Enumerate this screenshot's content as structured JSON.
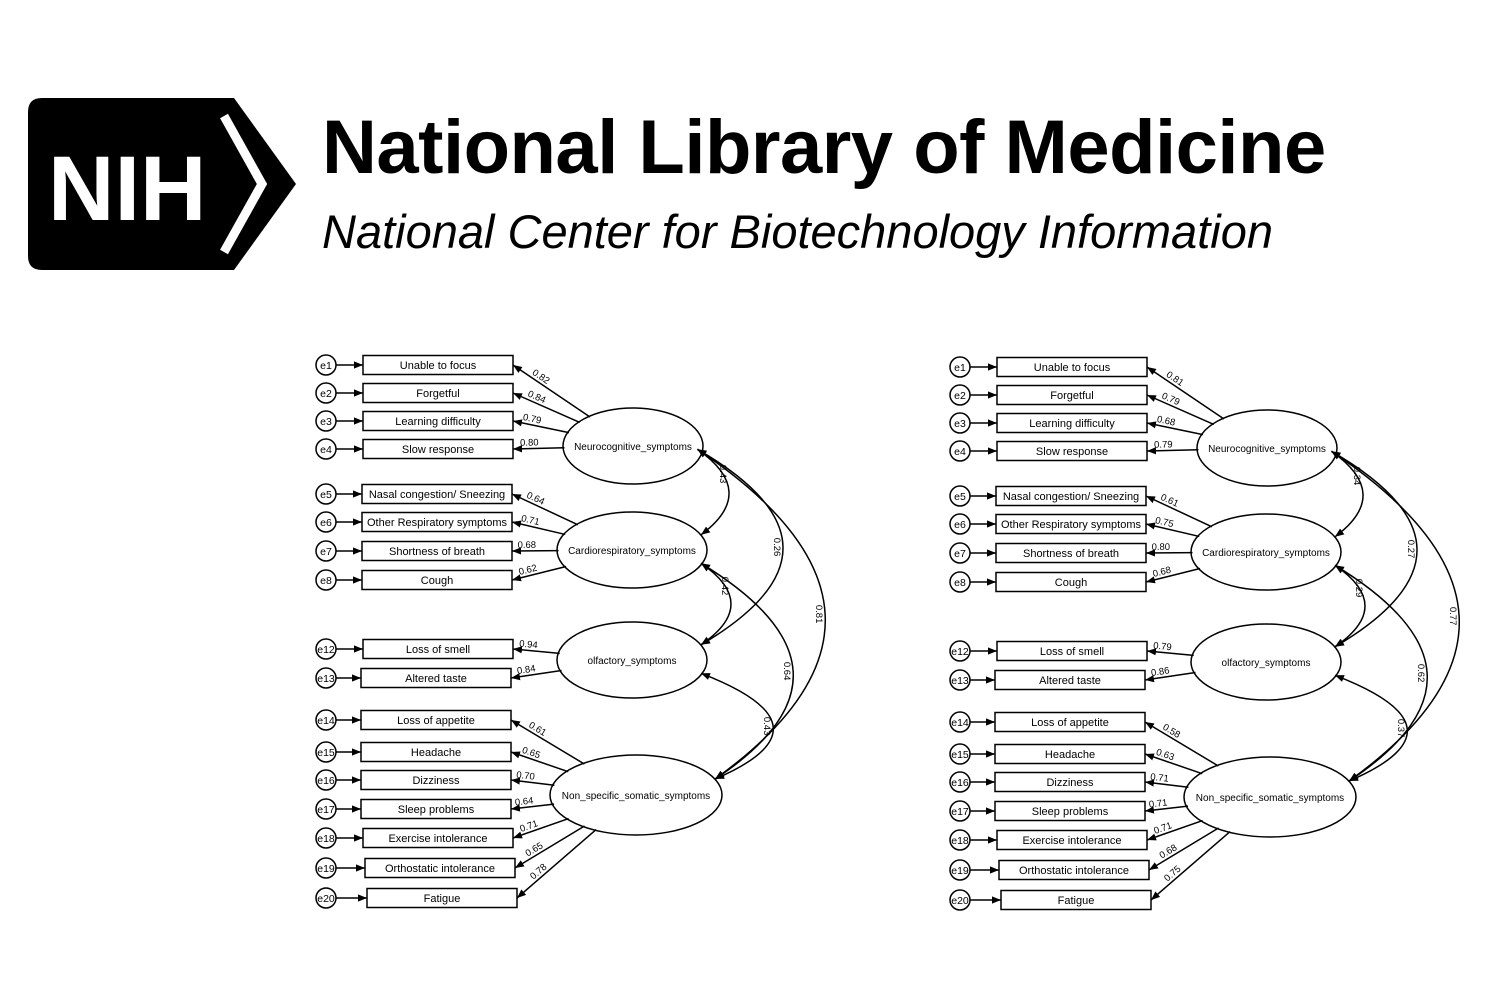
{
  "header": {
    "logo_text": "NIH",
    "title": "National Library of Medicine",
    "subtitle": "National Center for Biotechnology Information"
  },
  "latents": [
    "Neurocognitive_symptoms",
    "Cardiorespiratory_symptoms",
    "olfactory_symptoms",
    "Non_specific_somatic_symptoms"
  ],
  "indicators": [
    {
      "error": "e1",
      "name": "Unable to focus",
      "factor": 0
    },
    {
      "error": "e2",
      "name": "Forgetful",
      "factor": 0
    },
    {
      "error": "e3",
      "name": "Learning difficulty",
      "factor": 0
    },
    {
      "error": "e4",
      "name": "Slow response",
      "factor": 0
    },
    {
      "error": "e5",
      "name": "Nasal congestion/ Sneezing",
      "factor": 1
    },
    {
      "error": "e6",
      "name": "Other Respiratory symptoms",
      "factor": 1
    },
    {
      "error": "e7",
      "name": "Shortness of breath",
      "factor": 1
    },
    {
      "error": "e8",
      "name": "Cough",
      "factor": 1
    },
    {
      "error": "e12",
      "name": "Loss of smell",
      "factor": 2
    },
    {
      "error": "e13",
      "name": "Altered taste",
      "factor": 2
    },
    {
      "error": "e14",
      "name": "Loss of appetite",
      "factor": 3
    },
    {
      "error": "e15",
      "name": "Headache",
      "factor": 3
    },
    {
      "error": "e16",
      "name": "Dizziness",
      "factor": 3
    },
    {
      "error": "e17",
      "name": "Sleep problems",
      "factor": 3
    },
    {
      "error": "e18",
      "name": "Exercise intolerance",
      "factor": 3
    },
    {
      "error": "e19",
      "name": "Orthostatic intolerance",
      "factor": 3
    },
    {
      "error": "e20",
      "name": "Fatigue",
      "factor": 3
    }
  ],
  "covariance_pairs": [
    [
      0,
      1
    ],
    [
      0,
      2
    ],
    [
      0,
      3
    ],
    [
      1,
      2
    ],
    [
      1,
      3
    ],
    [
      2,
      3
    ]
  ],
  "diagrams": [
    {
      "loadings": [
        "0.82",
        "0.84",
        "0.79",
        "0.80",
        "0.64",
        "0.71",
        "0.68",
        "0.62",
        "0.94",
        "0.84",
        "0.61",
        "0.65",
        "0.70",
        "0.64",
        "0.71",
        "0.65",
        "0.78"
      ],
      "covariances": [
        "0.43",
        "0.26",
        "0.81",
        "0.42",
        "0.64",
        "0.43"
      ]
    },
    {
      "loadings": [
        "0.81",
        "0.79",
        "0.68",
        "0.79",
        "0.61",
        "0.75",
        "0.80",
        "0.68",
        "0.79",
        "0.86",
        "0.58",
        "0.63",
        "0.71",
        "0.71",
        "0.71",
        "0.68",
        "0.75"
      ],
      "covariances": [
        "0.34",
        "0.27",
        "0.77",
        "0.29",
        "0.62",
        "0.37"
      ]
    }
  ]
}
